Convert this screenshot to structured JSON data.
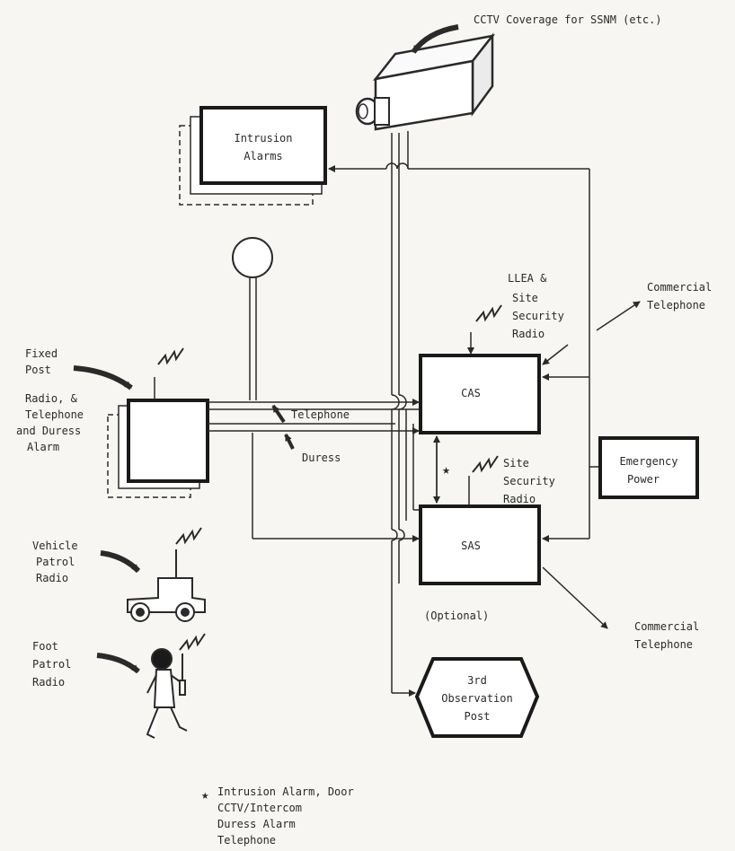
{
  "labels": {
    "cctv": "CCTV Coverage for SSNM (etc.)",
    "intrusion_1": "Intrusion",
    "intrusion_2": "Alarms",
    "llea_1": "LLEA &",
    "llea_2": "Site",
    "llea_3": "Security",
    "llea_4": "Radio",
    "commercial_top_1": "Commercial",
    "commercial_top_2": "Telephone",
    "fixed_1": "Fixed",
    "fixed_2": "Post",
    "fixed_3": "Radio, &",
    "fixed_4": "Telephone",
    "fixed_5": "and Duress",
    "fixed_6": "Alarm",
    "cas": "CAS",
    "telephone": "Telephone",
    "duress": "Duress",
    "site_radio_1": "Site",
    "site_radio_2": "Security",
    "site_radio_3": "Radio",
    "emergency_1": "Emergency",
    "emergency_2": "Power",
    "sas": "SAS",
    "optional": "(Optional)",
    "vehicle_1": "Vehicle",
    "vehicle_2": "Patrol",
    "vehicle_3": "Radio",
    "commercial_bottom_1": "Commercial",
    "commercial_bottom_2": "Telephone",
    "foot_1": "Foot",
    "foot_2": "Patrol",
    "foot_3": "Radio",
    "obs_1": "3rd",
    "obs_2": "Observation",
    "obs_3": "Post",
    "legend_1": "Intrusion Alarm, Door",
    "legend_2": "CCTV/Intercom",
    "legend_3": "Duress Alarm",
    "legend_4": "Telephone"
  }
}
